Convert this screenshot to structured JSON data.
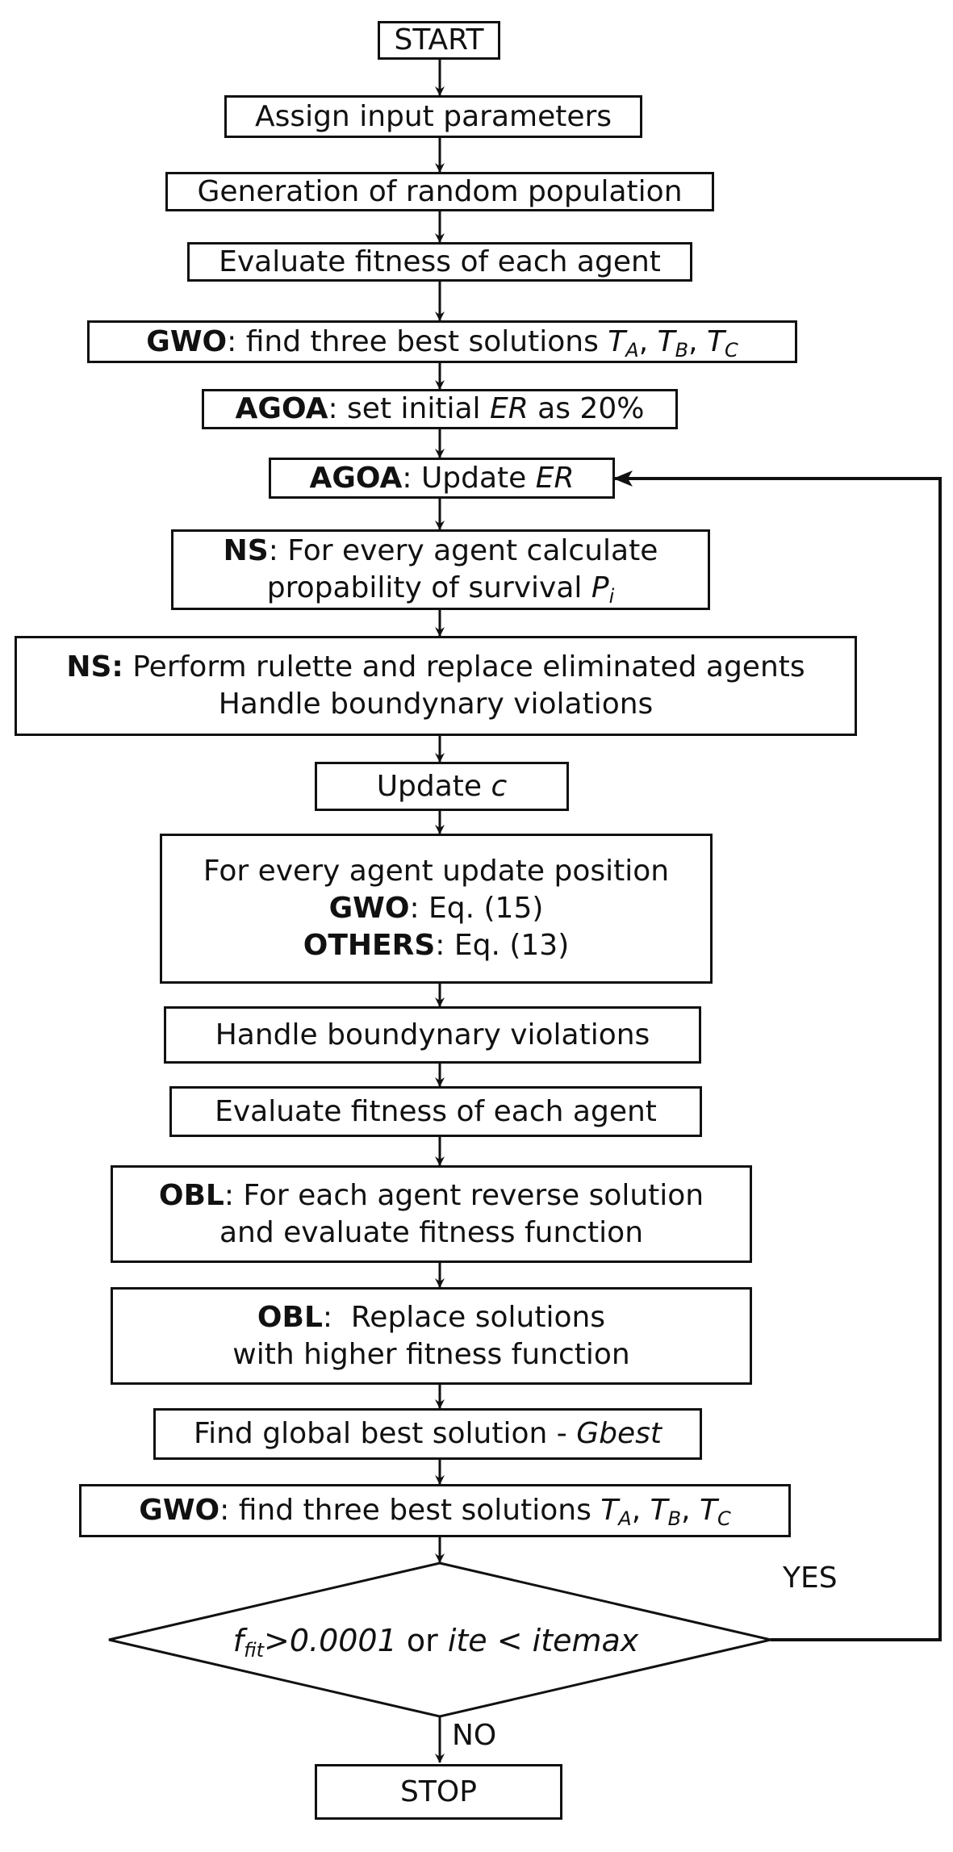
{
  "start": "START",
  "assign": "Assign input parameters",
  "generation": "Generation of random population",
  "evaluate1": "Evaluate fitness of each agent",
  "gwo1": {
    "tag": "GWO",
    "text": ": find three best solutions ",
    "ta": "T",
    "ta_sub": "A",
    "sep1": ", ",
    "tb": "T",
    "tb_sub": "B",
    "sep2": ", ",
    "tc": "T",
    "tc_sub": "C"
  },
  "agoa_init": {
    "tag": "AGOA",
    "text": ": set initial ",
    "er": "ER",
    "tail": " as 20%"
  },
  "agoa_update": {
    "tag": "AGOA",
    "text": ": Update ",
    "er": "ER"
  },
  "ns1": {
    "tag": "NS",
    "line1": ": For every agent calculate",
    "line2": "propability of survival ",
    "p": "P",
    "p_sub": "i"
  },
  "ns2": {
    "tag": "NS:",
    "line1": " Perform rulette and replace eliminated agents",
    "line2": "Handle boundynary violations"
  },
  "update_c": {
    "text": "Update ",
    "c": "c"
  },
  "position": {
    "line1": "For every agent update position",
    "gwo_tag": "GWO",
    "gwo_text": ": Eq. (15)",
    "others_tag": "OTHERS",
    "others_text": ": Eq. (13)"
  },
  "handle": "Handle boundynary violations",
  "evaluate2": "Evaluate fitness of each agent",
  "obl1": {
    "tag": "OBL",
    "line1": ": For each agent reverse solution",
    "line2": "and evaluate fitness function"
  },
  "obl2": {
    "tag": "OBL",
    "line1": ":  Replace solutions",
    "line2": "with higher fitness function"
  },
  "gbest": {
    "text": "Find global best solution - ",
    "g": "Gbest"
  },
  "gwo2": {
    "tag": "GWO",
    "text": ": find three best solutions ",
    "ta": "T",
    "ta_sub": "A",
    "sep1": ", ",
    "tb": "T",
    "tb_sub": "B",
    "sep2": ", ",
    "tc": "T",
    "tc_sub": "C"
  },
  "decision": {
    "f": "f",
    "f_sub": "fit",
    "cond": ">0.0001",
    "or": " or ",
    "ite": "ite",
    "lt": " < ",
    "itemax": "itemax"
  },
  "yes_label": "YES",
  "no_label": "NO",
  "stop": "STOP"
}
